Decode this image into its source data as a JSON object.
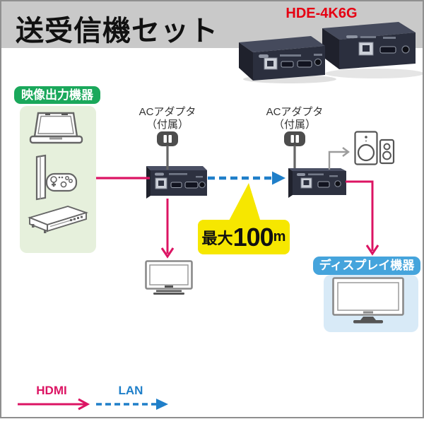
{
  "header": {
    "title": "送受信機セット"
  },
  "product": {
    "model": "HDE-4K6G",
    "units": [
      "transmitter-unit",
      "receiver-unit"
    ],
    "ports": [
      "ethernet-port",
      "hdmi-port",
      "dc-jack"
    ]
  },
  "diagram": {
    "source_group": {
      "label": "映像出力機器",
      "devices": [
        "laptop",
        "game-console",
        "media-player"
      ]
    },
    "display_group": {
      "label": "ディスプレイ機器",
      "devices": [
        "tv-display"
      ]
    },
    "ac_adapter": {
      "line1": "ACアダプタ",
      "line2": "（付属）"
    },
    "callout": {
      "prefix": "最大",
      "value": "100",
      "unit": "m"
    },
    "other_devices": [
      "monitor",
      "speakers"
    ]
  },
  "legend": {
    "hdmi_label": "HDMI",
    "lan_label": "LAN"
  },
  "colors": {
    "banner": "#c9c9c9",
    "frame_border": "#8f8f8f",
    "model_red": "#e60012",
    "source_green": "#1aa85b",
    "source_panel": "#e6f0dc",
    "display_blue": "#45a4dc",
    "display_panel": "#d8eaf7",
    "hdmi_pink": "#dc1463",
    "lan_blue": "#1f7fc9",
    "callout_yellow": "#f6e700",
    "device_body": "#2d3140"
  }
}
